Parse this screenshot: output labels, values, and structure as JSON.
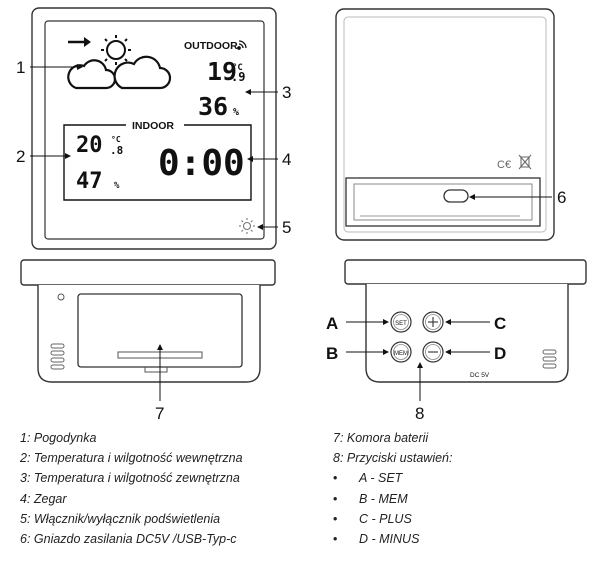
{
  "display": {
    "outdoor_label": "OUTDOOR",
    "outdoor_temp_int": "19",
    "outdoor_temp_dec": ".9",
    "outdoor_temp_unit": "°C",
    "outdoor_humidity": "36",
    "humidity_unit": "%",
    "indoor_label": "INDOOR",
    "indoor_temp_int": "20",
    "indoor_temp_dec": ".8",
    "indoor_temp_unit": "°C",
    "indoor_humidity": "47",
    "clock": "0:00"
  },
  "back": {
    "dc_label": "DC 5V"
  },
  "buttons": {
    "set": "SET",
    "mem": "MEM",
    "plus": "+",
    "minus": "−"
  },
  "callouts": {
    "n1": "1",
    "n2": "2",
    "n3": "3",
    "n4": "4",
    "n5": "5",
    "n6": "6",
    "n7": "7",
    "n8": "8",
    "a": "A",
    "b": "B",
    "c": "C",
    "d": "D"
  },
  "legend_left": [
    "1: Pogodynka",
    "2: Temperatura i wilgotność wewnętrzna",
    "3: Temperatura i wilgotność zewnętrzna",
    "4: Zegar",
    "5: Włącznik/wyłącznik podświetlenia",
    "6: Gniazdo zasilania DC5V /USB-Typ-c"
  ],
  "legend_right_title": [
    "7: Komora baterii",
    "8: Przyciski ustawień:"
  ],
  "legend_right_items": [
    "A - SET",
    "B - MEM",
    "C - PLUS",
    "D - MINUS"
  ],
  "bullet": "•"
}
